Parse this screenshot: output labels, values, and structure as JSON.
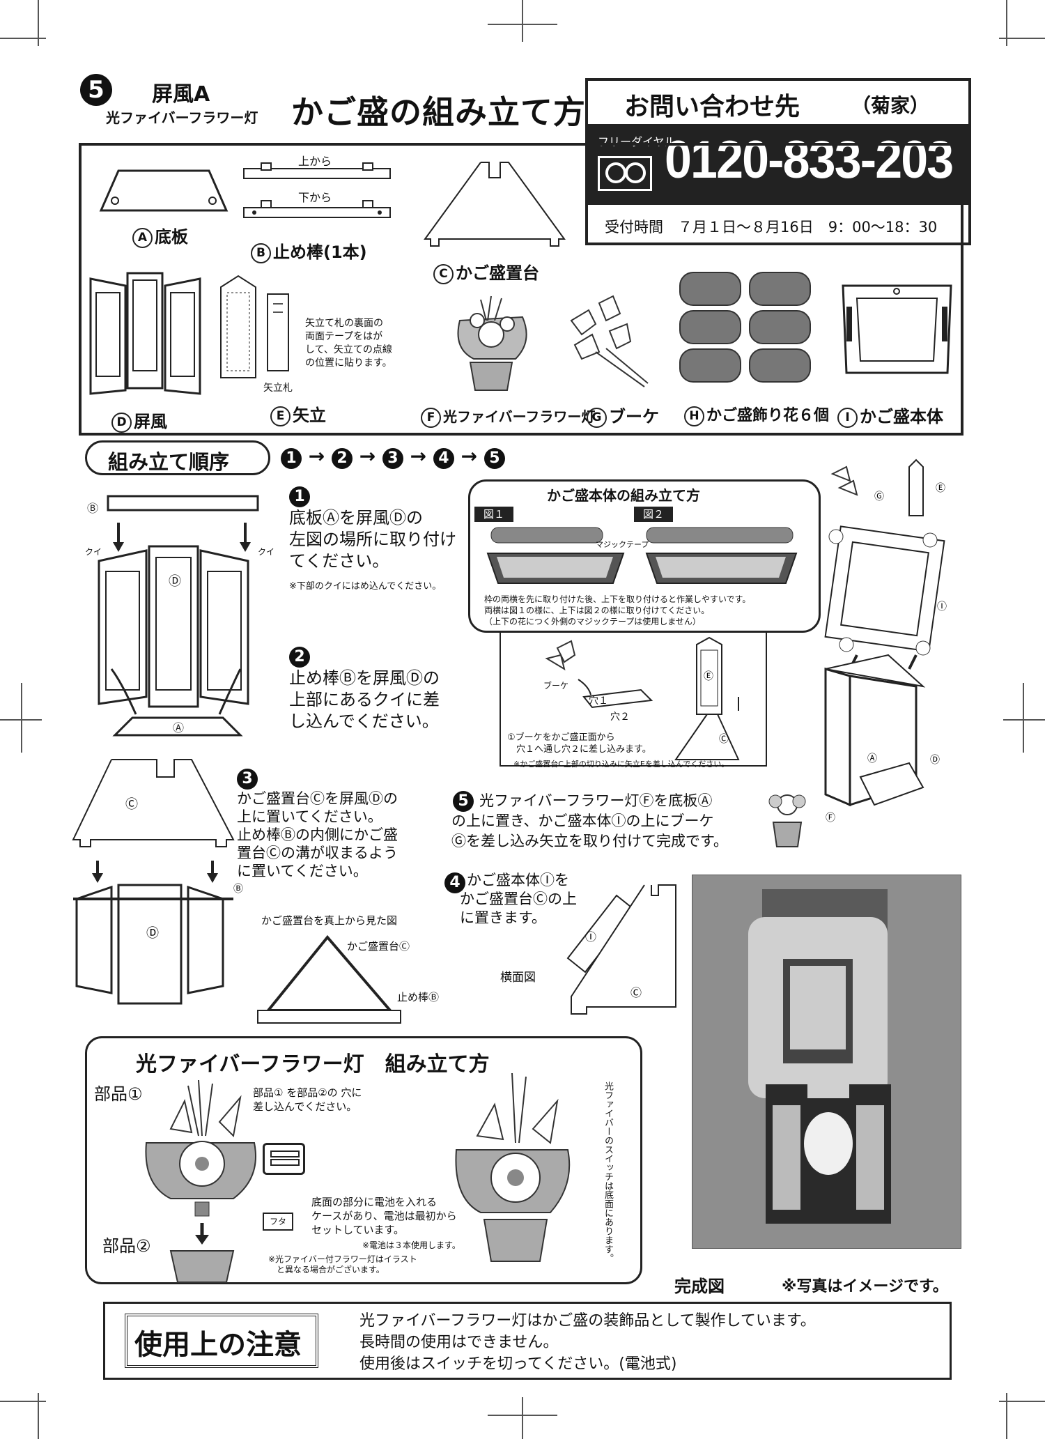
{
  "header": {
    "number": "5",
    "product_name": "屏風A",
    "product_sub": "光ファイバーフラワー灯",
    "title": "かご盛の組み立て方"
  },
  "contact": {
    "title": "お問い合わせ先",
    "company": "（菊家）",
    "free_dial_label": "フリーダイヤル",
    "free_dial_icon": "free-dial-logo-icon",
    "phone": "0120-833-203",
    "hours": "受付時間　７月１日～８月16日　9：00～18：30"
  },
  "parts": {
    "a": {
      "letter": "A",
      "label": "底板"
    },
    "b": {
      "letter": "B",
      "label": "止め棒(1本)",
      "from_top": "上から",
      "from_bottom": "下から"
    },
    "c": {
      "letter": "C",
      "label": "かご盛置台"
    },
    "d": {
      "letter": "D",
      "label": "屏風"
    },
    "e": {
      "letter": "E",
      "label": "矢立",
      "tag_label": "矢立札",
      "note": "矢立て札の裏面の\n両面テープをはが\nして、矢立ての点線\nの位置に貼ります。"
    },
    "f": {
      "letter": "F",
      "label": "光ファイバーフラワー灯"
    },
    "g": {
      "letter": "G",
      "label": "ブーケ"
    },
    "h": {
      "letter": "H",
      "label": "かご盛飾り花６個"
    },
    "i": {
      "letter": "I",
      "label": "かご盛本体"
    }
  },
  "order": {
    "title": "組み立て順序",
    "steps": [
      "1",
      "2",
      "3",
      "4",
      "5"
    ]
  },
  "steps": {
    "s1": {
      "num": "1",
      "text": "底板Ⓐを屏風Ⓓの\n左図の場所に取り付け\nてください。",
      "note": "※下部のクイにはめ込んでください。"
    },
    "s2": {
      "num": "2",
      "text": "止め棒Ⓑを屏風Ⓓの\n上部にあるクイに差\nし込んでください。"
    },
    "s3": {
      "num": "3",
      "text": "かご盛置台Ⓒを屏風Ⓓの\n上に置いてください。\n止め棒Ⓑの内側にかご盛\n置台Ⓒの溝が収まるよう\nに置いてください。"
    },
    "s4": {
      "num": "4",
      "text": "かご盛本体Ⓘを\nかご盛置台Ⓒの上\nに置きます。"
    },
    "s5": {
      "num": "5",
      "text": "光ファイバーフラワー灯Ⓕを底板Ⓐ\nの上に置き、かご盛本体Ⓘの上にブーケ\nⒼを差し込み矢立を取り付けて完成です。"
    }
  },
  "diagram_labels": {
    "kui": "クイ",
    "top_view_title": "かご盛置台を真上から見た図",
    "top_view_stand": "かご盛置台Ⓒ",
    "top_view_bar": "止め棒Ⓑ",
    "side_view": "横面図",
    "bouquet": "ブーケ",
    "hole1": "穴１",
    "hole2": "穴２",
    "bouquet_note": "①ブーケをかご盛正面から\n　穴１へ通し穴２に差し込みます。",
    "yatate_note": "※かご盛置台C上部の切り込みに矢立Eを差し込んでください。"
  },
  "basket_box": {
    "title": "かご盛本体の組み立て方",
    "fig1": "図１",
    "fig2": "図２",
    "magic_tape": "マジックテープ",
    "text1": "枠の両横を先に取り付けた後、上下を取り付けると作業しやすいです。",
    "text2": "両横は図１の様に、上下は図２の様に取り付けてください。",
    "text3": "（上下の花につく外側のマジックテープは使用しません）"
  },
  "fiber": {
    "title": "光ファイバーフラワー灯　組み立て方",
    "part1": "部品①",
    "part2": "部品②",
    "insert": "部品① を部品②の 穴に\n差し込んでください。",
    "battery": "底面の部分に電池を入れる\nケースがあり、電池は最初から\nセットしています。",
    "battery_note": "※電池は３本使用します。",
    "lid": "フタ",
    "switch": "光ファイバーのスイッチは底面にあります。",
    "illust_note": "※光ファイバー付フラワー灯はイラスト\n　と異なる場合がございます。"
  },
  "complete": {
    "label": "完成図",
    "note": "※写真はイメージです。"
  },
  "caution": {
    "title": "使用上の注意",
    "line1": "光ファイバーフラワー灯はかご盛の装飾品として製作しています。",
    "line2": "長時間の使用はできません。",
    "line3": "使用後はスイッチを切ってください。(電池式)"
  }
}
